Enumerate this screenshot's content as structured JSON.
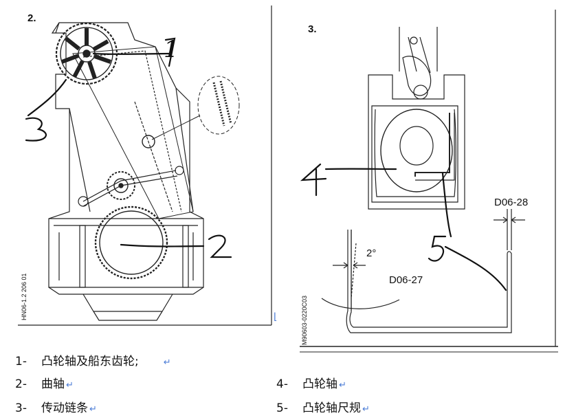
{
  "figures": {
    "fig2": {
      "number": "2.",
      "code": "HN06-1.2 206 01",
      "callouts": [
        "1",
        "2",
        "3"
      ]
    },
    "fig3": {
      "number": "3.",
      "code": "M90603-0220C03",
      "callouts": [
        "4",
        "5"
      ],
      "dim1": "D06-28",
      "dim2": "D06-27",
      "angle": "2°"
    }
  },
  "legend": {
    "left": [
      {
        "num": "1-",
        "text": "凸轮轴及船东齿轮;",
        "ret": "↵"
      },
      {
        "num": "2-",
        "text": "曲轴",
        "ret": "↵"
      },
      {
        "num": "3-",
        "text": "传动链条",
        "ret": "↵"
      }
    ],
    "right": [
      {
        "num": "4-",
        "text": "凸轮轴",
        "ret": "↵"
      },
      {
        "num": "5-",
        "text": "凸轮轴尺规",
        "ret": "↵"
      }
    ]
  }
}
